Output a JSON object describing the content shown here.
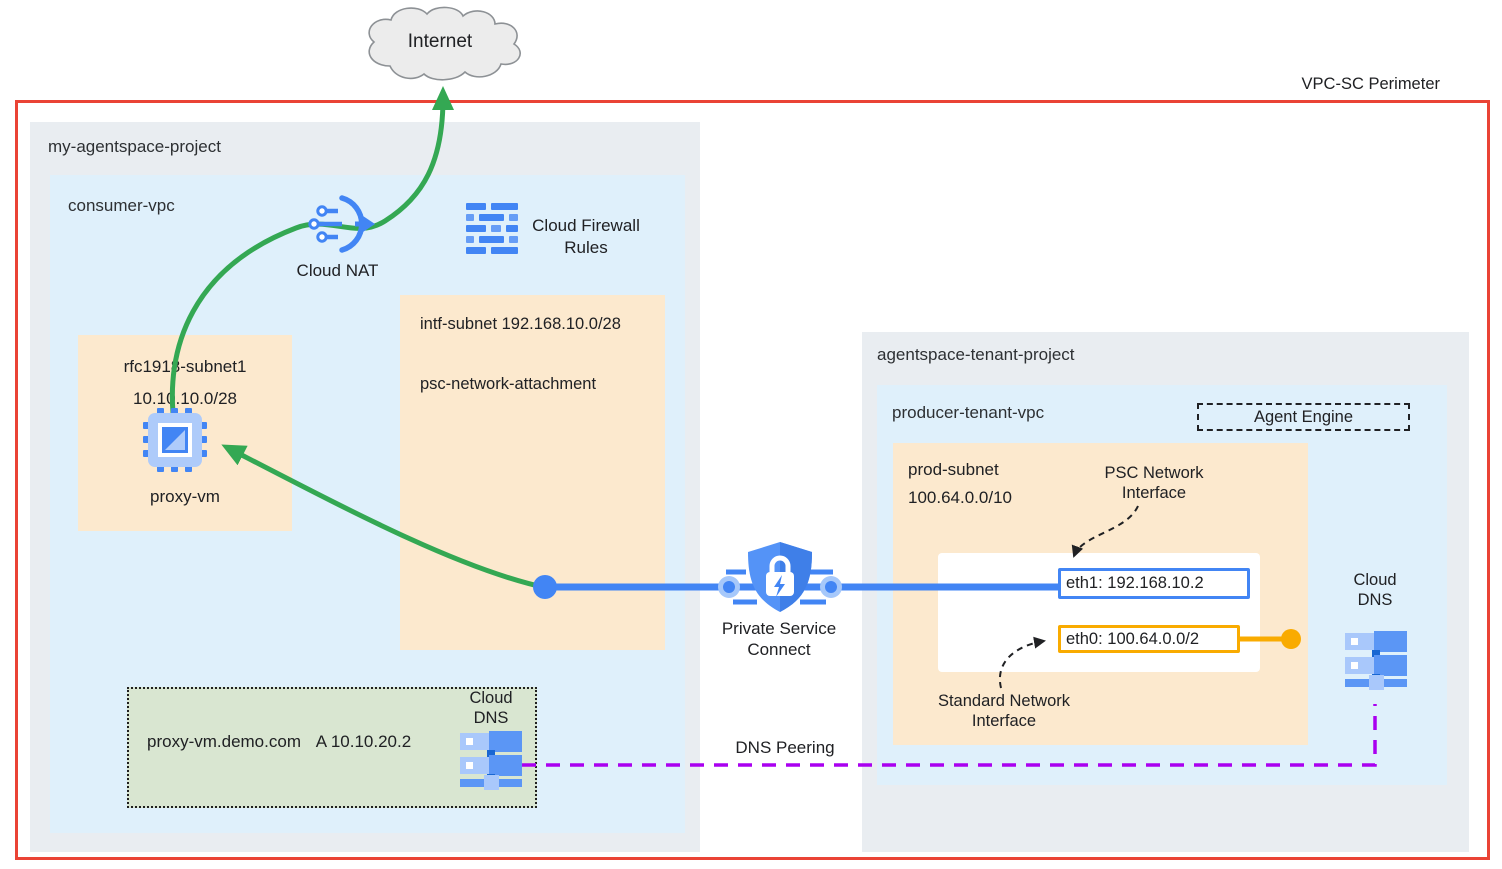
{
  "perimeter_label": "VPC-SC Perimeter",
  "internet_label": "Internet",
  "consumer_project": {
    "title": "my-agentspace-project",
    "vpc_label": "consumer-vpc",
    "cloud_nat_label": "Cloud NAT",
    "firewall_label": "Cloud Firewall Rules",
    "rfc_subnet": {
      "name": "rfc1918-subnet1",
      "cidr": "10.10.10.0/28",
      "vm_label": "proxy-vm"
    },
    "intf_subnet": {
      "name": "intf-subnet 192.168.10.0/28",
      "attachment": "psc-network-attachment"
    },
    "dns_zone": {
      "record_name": "proxy-vm.demo.com",
      "record_value": "A 10.10.20.2",
      "dns_label": "Cloud DNS"
    }
  },
  "tenant_project": {
    "title": "agentspace-tenant-project",
    "vpc_label": "producer-tenant-vpc",
    "agent_engine_label": "Agent Engine",
    "prod_subnet": {
      "name": "prod-subnet",
      "cidr": "100.64.0.0/10"
    },
    "psc_interface_label": "PSC Network Interface",
    "standard_interface_label": "Standard Network Interface",
    "eth1_label": "eth1: 192.168.10.2",
    "eth0_label": "eth0: 100.64.0.0/2",
    "dns_label": "Cloud DNS"
  },
  "connections": {
    "psc_label": "Private Service Connect",
    "dns_peering_label": "DNS Peering"
  },
  "colors": {
    "perimeter_red": "#EA4335",
    "project_gray": "#E9EDF1",
    "vpc_blue": "#DFF0FB",
    "subnet_orange": "#FCE9CE",
    "dns_zone_green": "#D9E6D1",
    "flow_green": "#34A853",
    "connect_blue": "#4285F4",
    "nic_yellow": "#F9AB00",
    "peering_purple": "#AA00F0"
  },
  "icons": {
    "internet_cloud": "gray cloud outline",
    "cloud_nat": "blue arc with node prongs and right arrow",
    "cloud_firewall": "blue brick-wall dashes",
    "proxy_vm": "compute-engine chip",
    "private_service_connect": "blue shield with padlock and bolt",
    "cloud_dns": "blue stacked servers"
  }
}
